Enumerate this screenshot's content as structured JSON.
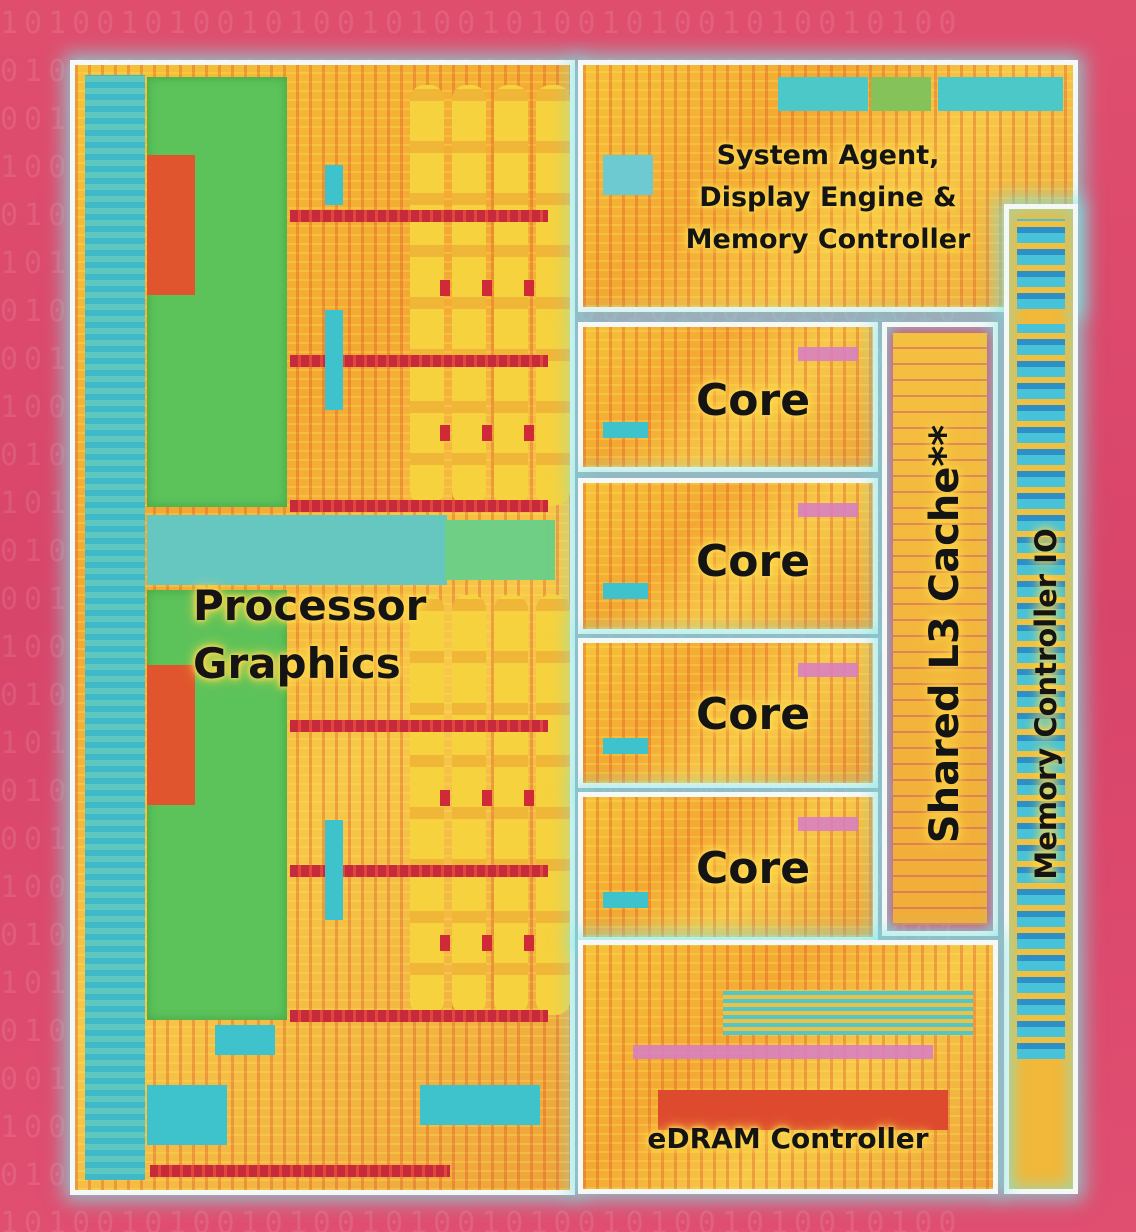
{
  "diagram": {
    "blocks": {
      "processor_graphics": "Processor\nGraphics",
      "system_agent": "System Agent,\nDisplay Engine &\nMemory Controller",
      "cores": [
        "Core",
        "Core",
        "Core",
        "Core"
      ],
      "shared_l3": "Shared L3 Cache**",
      "memory_controller_io": "Memory Controller IO",
      "edram_controller": "eDRAM Controller"
    },
    "colors": {
      "background": "#d8456a",
      "border": "#f4f8f6",
      "glow": "#78e6e6",
      "die_yellow": "#f6c23a",
      "label_text": "#141414"
    }
  }
}
